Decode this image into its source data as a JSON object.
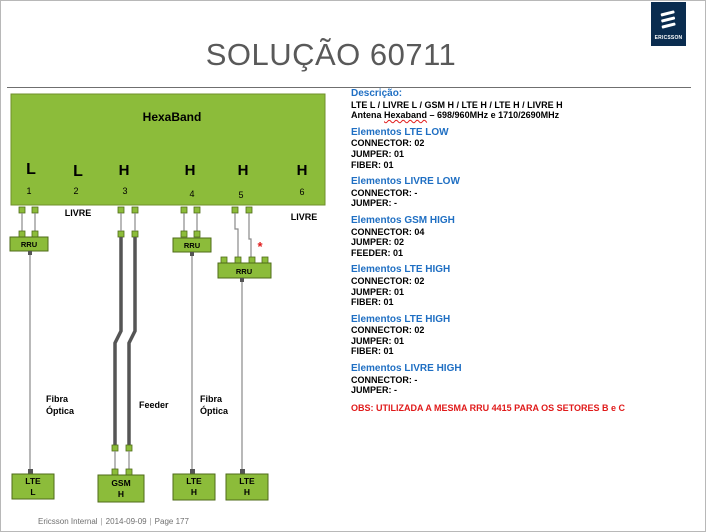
{
  "title": "SOLUÇÃO 60711",
  "logo": {
    "text": "ERICSSON"
  },
  "antenna": {
    "name": "HexaBand",
    "ports": [
      {
        "band": "L",
        "num": "1"
      },
      {
        "band": "L",
        "num": "2"
      },
      {
        "band": "H",
        "num": "3"
      },
      {
        "band": "H",
        "num": "4"
      },
      {
        "band": "H",
        "num": "5"
      },
      {
        "band": "H",
        "num": "6"
      }
    ]
  },
  "labels": {
    "livre1": "LIVRE",
    "livre2": "LIVRE",
    "rru": "RRU",
    "asterisk": "*",
    "fibra1": "Fibra",
    "optica1": "Óptica",
    "feeder": "Feeder",
    "fibra2": "Fibra",
    "optica2": "Óptica"
  },
  "boxes": [
    {
      "l1": "LTE",
      "l2": "L"
    },
    {
      "l1": "GSM",
      "l2": "H"
    },
    {
      "l1": "LTE",
      "l2": "H"
    },
    {
      "l1": "LTE",
      "l2": "H"
    }
  ],
  "description": {
    "heading": "Descrição:",
    "line1": "LTE L / LIVRE L / GSM H / LTE H / LTE H / LIVRE H",
    "line2_pre": "Antena ",
    "line2_word": "Hexaband",
    "line2_post": " – 698/960MHz  e  1710/2690MHz",
    "sections": [
      {
        "title": "Elementos LTE LOW",
        "lines": [
          "CONNECTOR: 02",
          "JUMPER: 01",
          "FIBER: 01"
        ]
      },
      {
        "title": "Elementos LIVRE LOW",
        "lines": [
          "CONNECTOR: -",
          "JUMPER: -"
        ]
      },
      {
        "title": "Elementos GSM HIGH",
        "lines": [
          "CONNECTOR: 04",
          "JUMPER: 02",
          "FEEDER: 01"
        ]
      },
      {
        "title": "Elementos LTE HIGH",
        "lines": [
          "CONNECTOR: 02",
          "JUMPER: 01",
          "FIBER: 01"
        ]
      },
      {
        "title": "Elementos LTE HIGH",
        "lines": [
          "CONNECTOR: 02",
          "JUMPER: 01",
          "FIBER: 01"
        ]
      },
      {
        "title": "Elementos LIVRE HIGH",
        "lines": [
          "CONNECTOR: -",
          "JUMPER: -"
        ]
      }
    ],
    "obs": "OBS: UTILIZADA A MESMA RRU 4415 PARA OS SETORES B e C"
  },
  "footer": {
    "org": "Ericsson Internal",
    "date": "2014-09-09",
    "page": "Page 177"
  },
  "colors": {
    "green": "#8cbc3a",
    "greenDark": "#5b7a1e",
    "cable": "#8a8a8a",
    "logo": "#0a2c4f",
    "blue": "#1f6fc3",
    "red": "#e01a1a"
  }
}
